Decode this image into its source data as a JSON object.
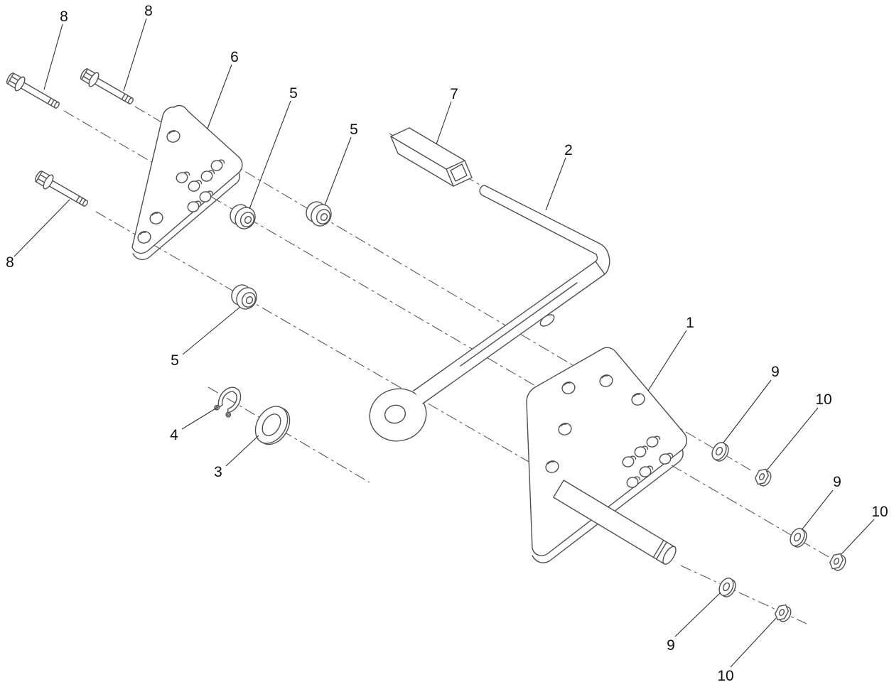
{
  "diagram": {
    "type": "exploded-parts-diagram",
    "background": "#ffffff",
    "line_color": "#4f4f4f",
    "centerline_color": "#5a5a5a",
    "label_color": "#111111"
  },
  "callouts": [
    {
      "label": "8",
      "part": "flange-bolt"
    },
    {
      "label": "8",
      "part": "flange-bolt"
    },
    {
      "label": "6",
      "part": "front-bracket-plate"
    },
    {
      "label": "5",
      "part": "bushing"
    },
    {
      "label": "5",
      "part": "bushing"
    },
    {
      "label": "7",
      "part": "spacer-sleeve"
    },
    {
      "label": "2",
      "part": "pivot-arm-bar"
    },
    {
      "label": "8",
      "part": "flange-bolt"
    },
    {
      "label": "5",
      "part": "bushing"
    },
    {
      "label": "4",
      "part": "snap-ring"
    },
    {
      "label": "3",
      "part": "washer"
    },
    {
      "label": "1",
      "part": "rear-bracket-plate-with-pin"
    },
    {
      "label": "9",
      "part": "washer"
    },
    {
      "label": "10",
      "part": "flange-nut"
    },
    {
      "label": "9",
      "part": "washer"
    },
    {
      "label": "10",
      "part": "flange-nut"
    },
    {
      "label": "9",
      "part": "washer"
    },
    {
      "label": "10",
      "part": "flange-nut"
    }
  ]
}
